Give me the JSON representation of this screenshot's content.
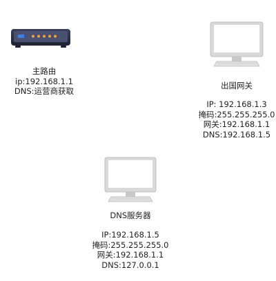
{
  "nodes": {
    "router": {
      "title": "主路由",
      "ip": "ip:192.168.1.1",
      "dns": "DNS:运营商获取"
    },
    "gateway": {
      "title": "出国网关",
      "ip": "IP: 192.168.1.3",
      "mask": "掩码:255.255.255.0",
      "gw": "网关:192.168.1.1",
      "dns": "DNS:192.168.1.5"
    },
    "dns_server": {
      "title": "DNS服务器",
      "ip": "IP:192.168.1.5",
      "mask": "掩码:255.255.255.0",
      "gw": "网关:192.168.1.1",
      "dns": "DNS:127.0.0.1"
    }
  },
  "icons": {
    "router": "router-icon",
    "monitor": "desktop-monitor-icon"
  },
  "colors": {
    "router_body": "#2d3349",
    "router_lights": "#f0a23c",
    "router_button": "#3f7fe0",
    "monitor_frame": "#dcdcdc",
    "monitor_screen": "#ffffff"
  }
}
